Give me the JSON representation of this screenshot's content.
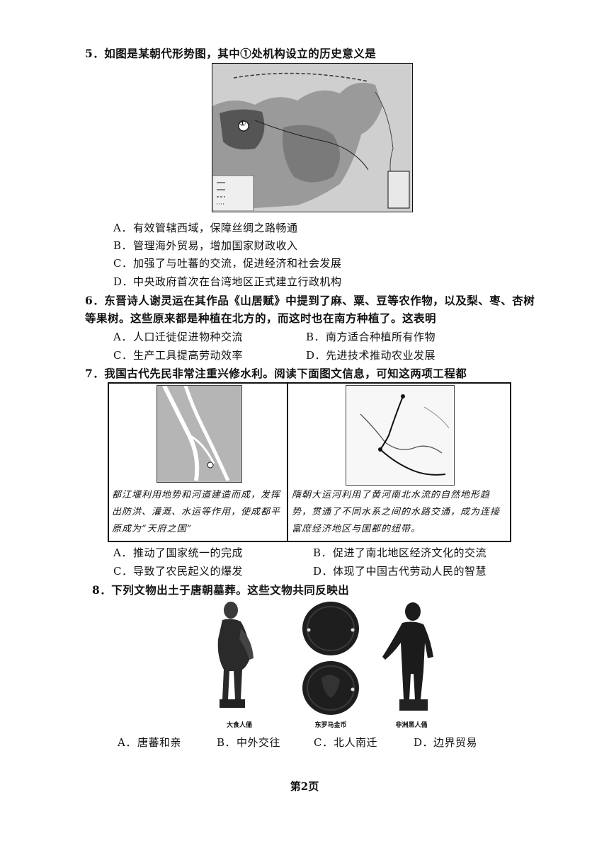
{
  "q5": {
    "stem": "5．如图是某朝代形势图，其中①处机构设立的历史意义是",
    "map_marker": "①",
    "options": [
      {
        "letter": "A．",
        "text": "有效管辖西域，保障丝绸之路畅通"
      },
      {
        "letter": "B．",
        "text": "管理海外贸易，增加国家财政收入"
      },
      {
        "letter": "C．",
        "text": "加强了与吐蕃的交流，促进经济和社会发展"
      },
      {
        "letter": "D．",
        "text": "中央政府首次在台湾地区正式建立行政机构"
      }
    ]
  },
  "q6": {
    "stem_line1": "6．东晋诗人谢灵运在其作品《山居赋》中提到了麻、粟、豆等农作物，以及梨、枣、杏树",
    "stem_line2": "等果树。这些原来都是种植在北方的，而这时也在南方种植了。这表明",
    "options": [
      {
        "letter": "A．",
        "text": "人口迁徙促进物种交流"
      },
      {
        "letter": "B．",
        "text": "南方适合种植所有作物"
      },
      {
        "letter": "C．",
        "text": "生产工具提高劳动效率"
      },
      {
        "letter": "D．",
        "text": "先进技术推动农业发展"
      }
    ]
  },
  "q7": {
    "stem": "7．我国古代先民非常注重兴修水利。阅读下面图文信息，可知这两项工程都",
    "left_caption": "都江堰利用地势和河道建造而成，发挥出防洪、灌溉、水运等作用，使成都平原成为“天府之国”",
    "right_caption": "隋朝大运河利用了黄河南北水流的自然地形趋势，贯通了不同水系之间的水路交通，成为连接富庶经济地区与国都的纽带。",
    "options": [
      {
        "letter": "A．",
        "text": "推动了国家统一的完成"
      },
      {
        "letter": "B．",
        "text": "促进了南北地区经济文化的交流"
      },
      {
        "letter": "C．",
        "text": "导致了农民起义的爆发"
      },
      {
        "letter": "D．",
        "text": "体现了中国古代劳动人民的智慧"
      }
    ]
  },
  "q8": {
    "stem": "8．下列文物出土于唐朝墓葬。这些文物共同反映出",
    "artifact_captions": [
      "大食人俑",
      "东罗马金币",
      "非洲黑人俑"
    ],
    "options": [
      {
        "letter": "A．",
        "text": "唐蕃和亲"
      },
      {
        "letter": "B．",
        "text": "中外交往"
      },
      {
        "letter": "C．",
        "text": "北人南迁"
      },
      {
        "letter": "D．",
        "text": "边界贸易"
      }
    ]
  },
  "footer": {
    "page": "第2页"
  }
}
